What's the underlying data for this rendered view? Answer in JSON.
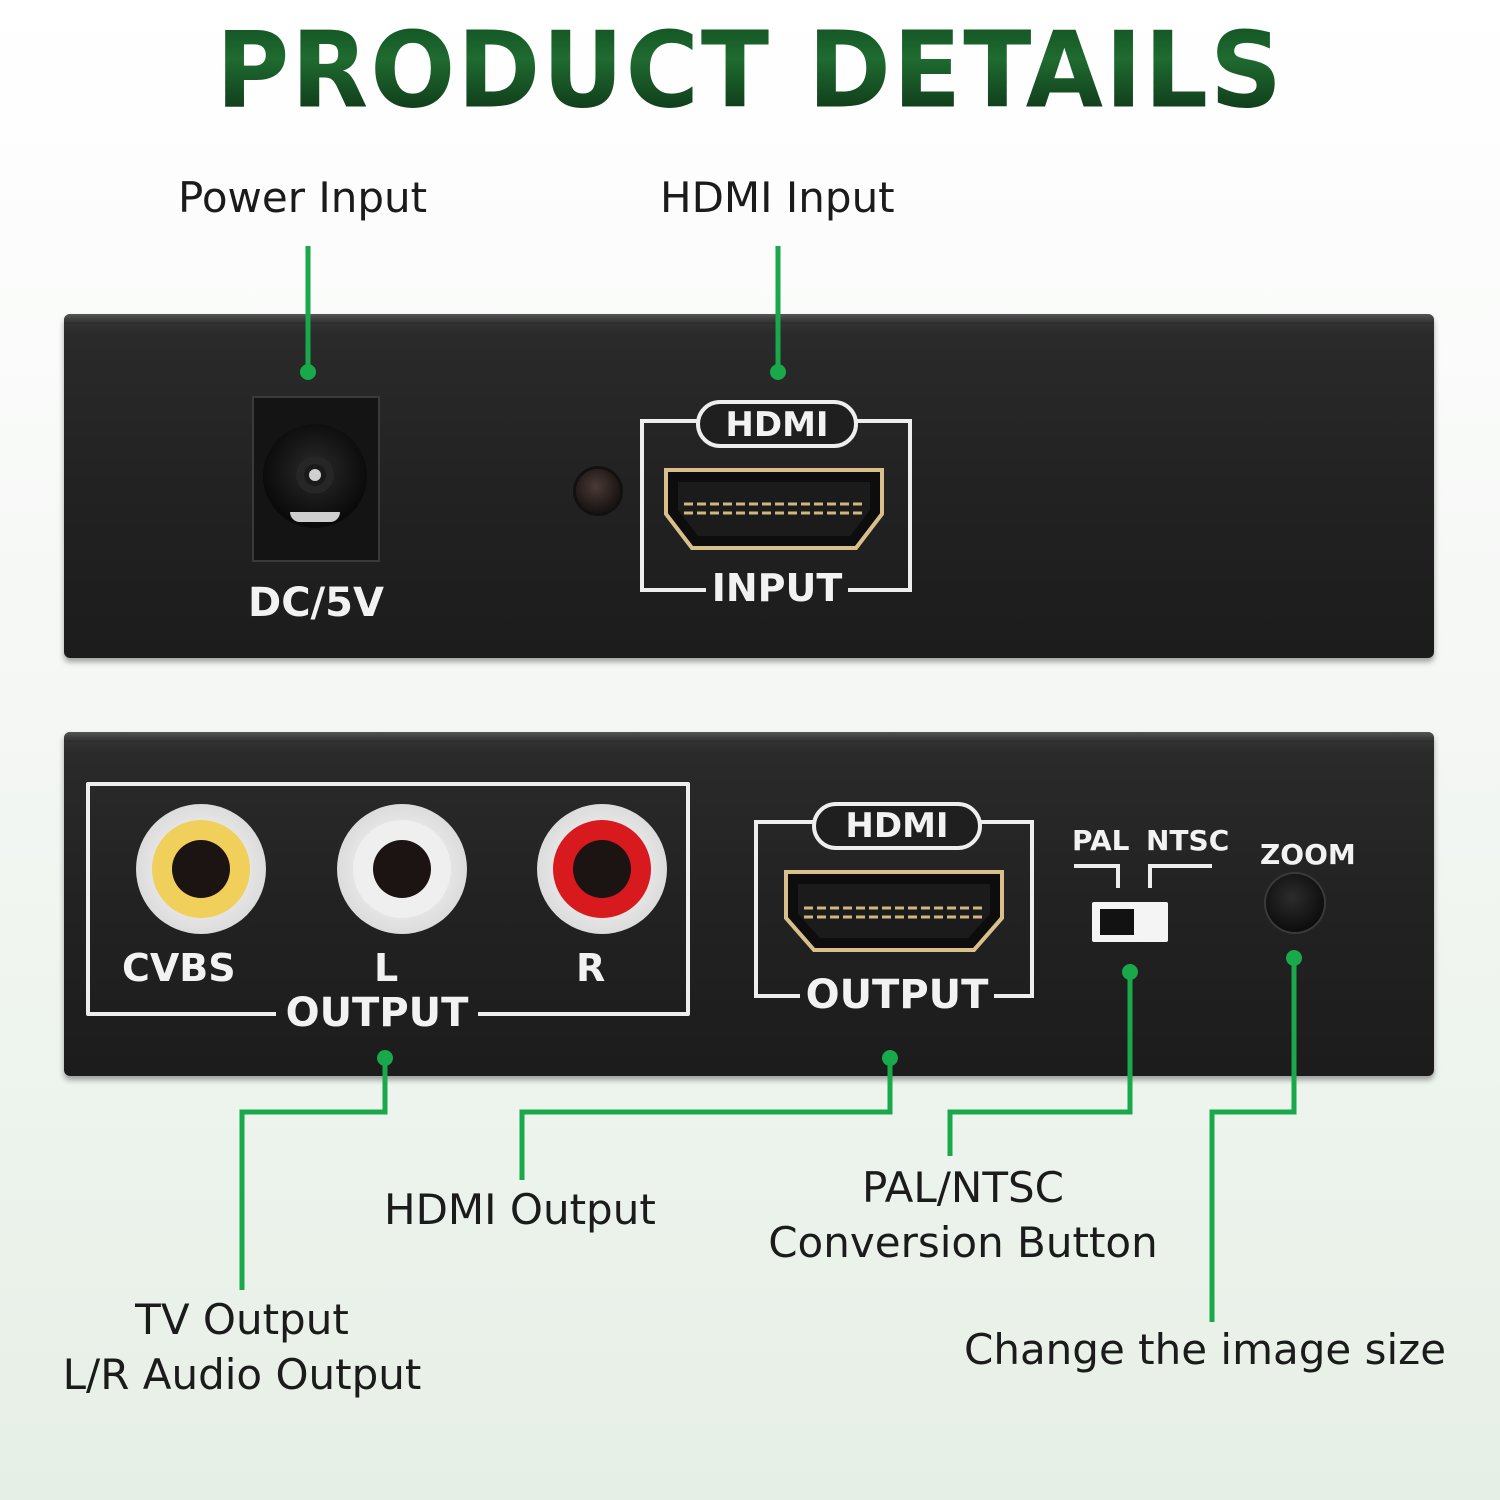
{
  "title": "PRODUCT DETAILS",
  "colors": {
    "accent_green": "#19a84a",
    "title_green": "#1f6b30",
    "panel": "#222222"
  },
  "top_panel": {
    "dc_label": "DC/5V",
    "hdmi_badge": "HDMI",
    "hdmi_caption": "INPUT"
  },
  "bottom_panel": {
    "rca_labels": {
      "cvbs": "CVBS",
      "left": "L",
      "right": "R"
    },
    "rca_colors": {
      "cvbs": "#f0cf5a",
      "left": "#e8e8e8",
      "right": "#d8191e"
    },
    "av_caption": "OUTPUT",
    "hdmi_badge": "HDMI",
    "hdmi_caption": "OUTPUT",
    "switch_pal": "PAL",
    "switch_ntsc": "NTSC",
    "zoom_label": "ZOOM"
  },
  "callouts": {
    "power_input": "Power Input",
    "hdmi_input": "HDMI Input",
    "hdmi_output": "HDMI Output",
    "pal_ntsc_line1": "PAL/NTSC",
    "pal_ntsc_line2": "Conversion Button",
    "tv_output_line1": "TV Output",
    "tv_output_line2": "L/R Audio Output",
    "zoom": "Change the image size"
  }
}
